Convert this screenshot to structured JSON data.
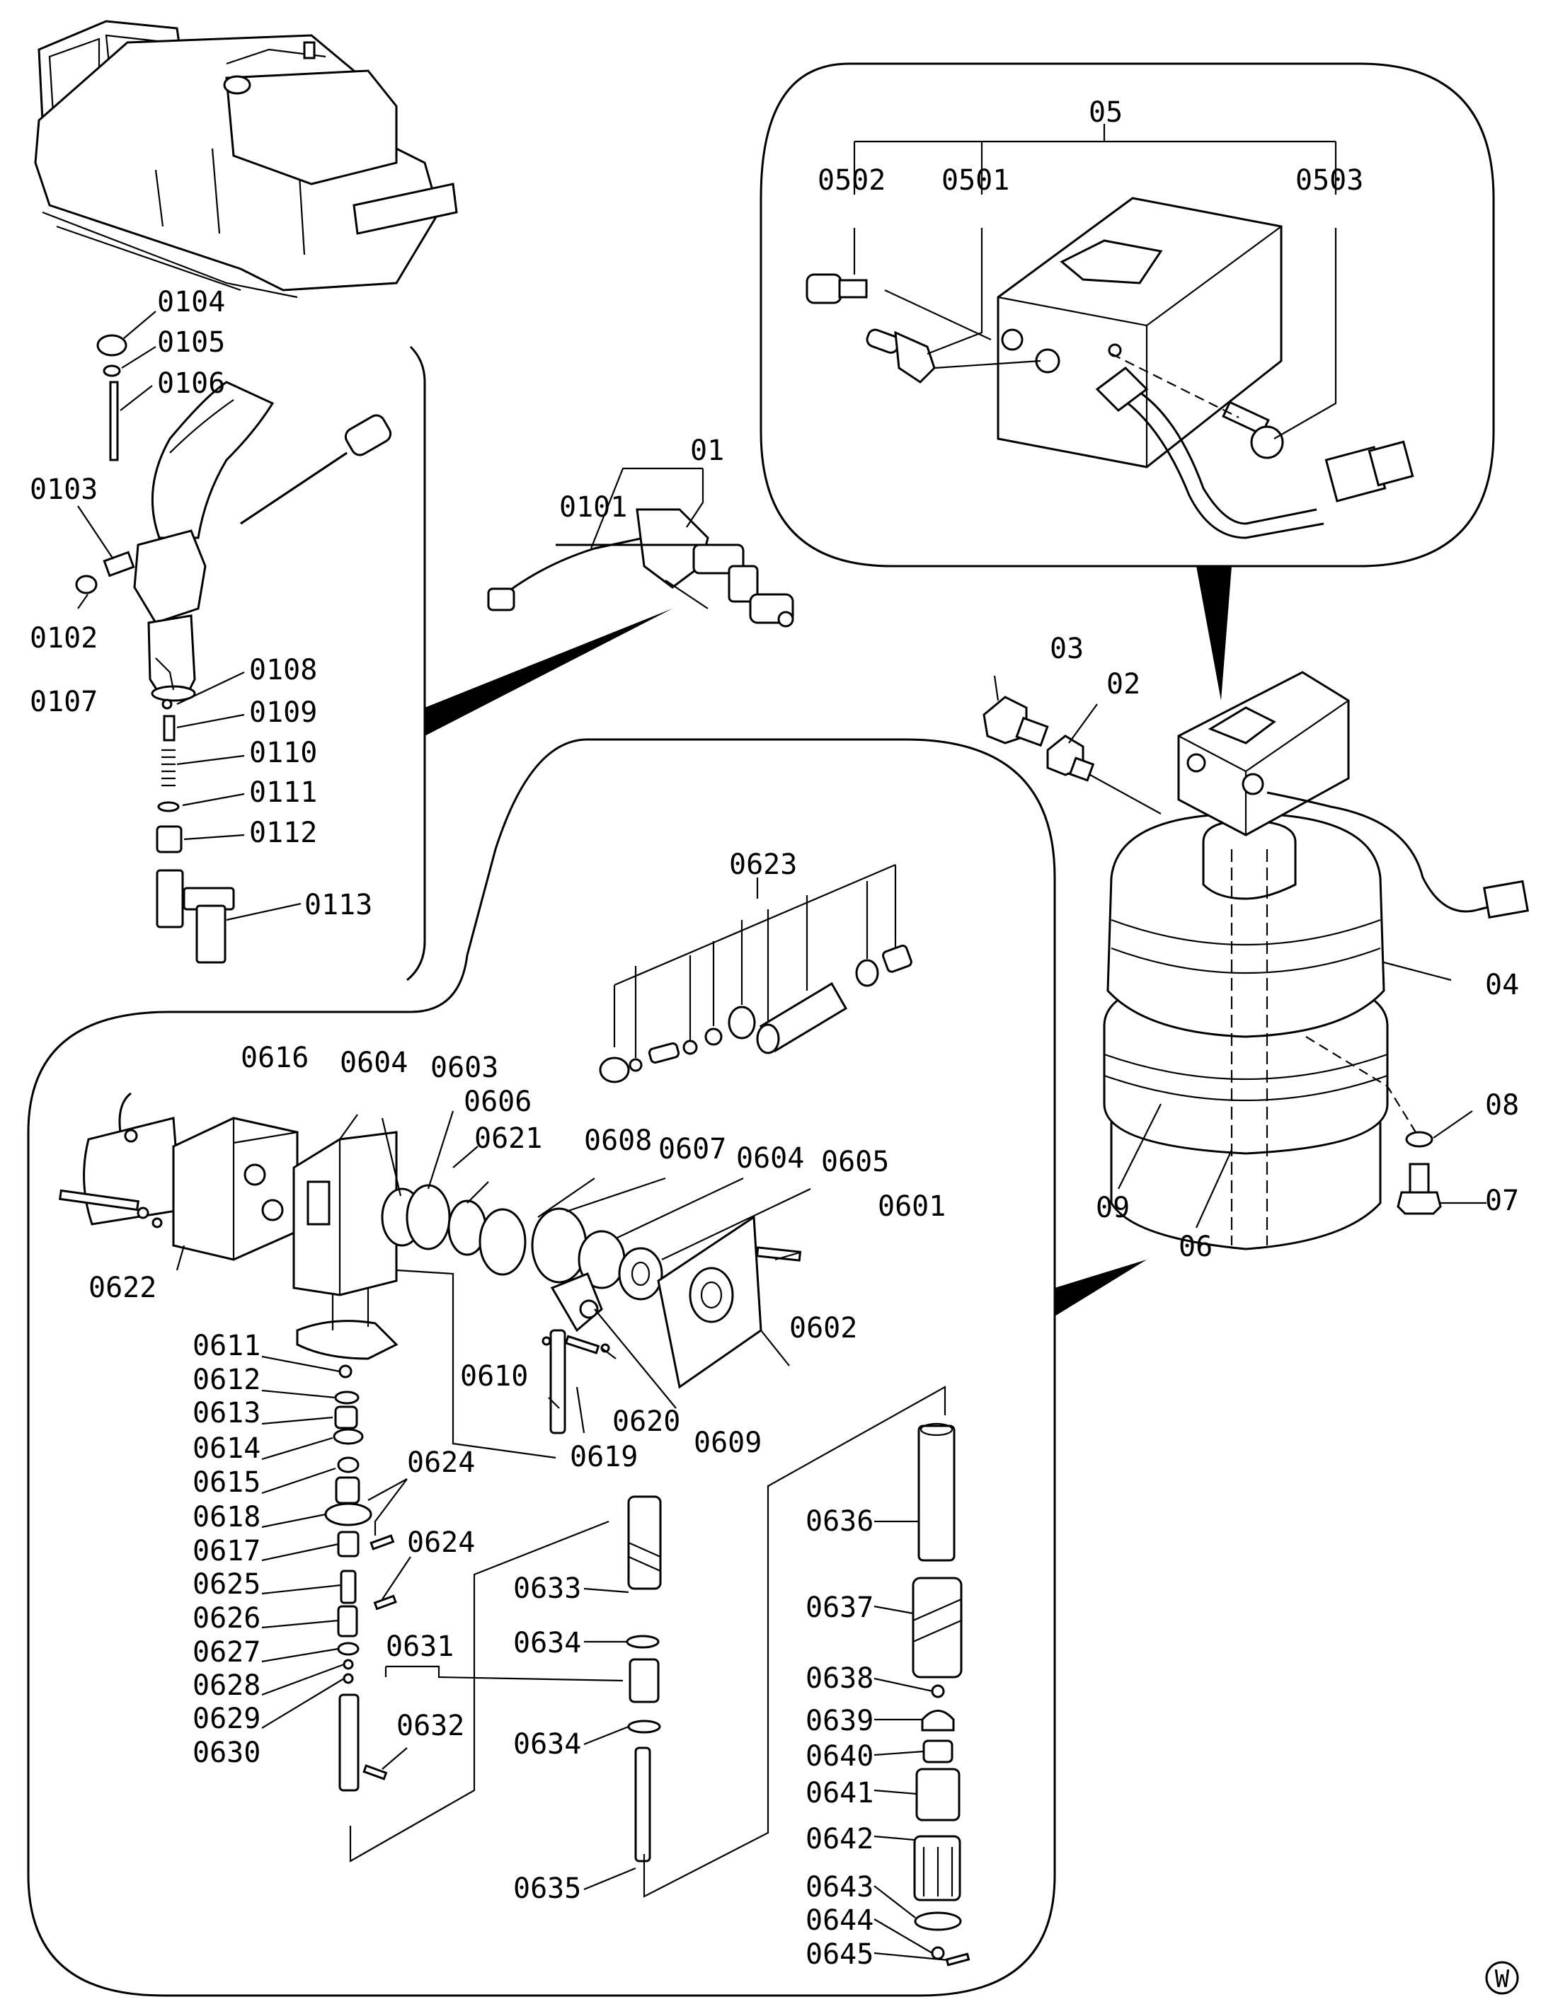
{
  "labels": {
    "l0104": "0104",
    "l0105": "0105",
    "l0106": "0106",
    "l0103": "0103",
    "l0102": "0102",
    "l0107": "0107",
    "l0108": "0108",
    "l0109": "0109",
    "l0110": "0110",
    "l0111": "0111",
    "l0112": "0112",
    "l0113": "0113",
    "l01": "01",
    "l0101": "0101",
    "l05": "05",
    "l0502": "0502",
    "l0501": "0501",
    "l0503": "0503",
    "l03": "03",
    "l02": "02",
    "l04": "04",
    "l08": "08",
    "l07": "07",
    "l09": "09",
    "l06": "06",
    "l0623": "0623",
    "l0616": "0616",
    "l0604a": "0604",
    "l0603": "0603",
    "l0606": "0606",
    "l0621": "0621",
    "l0608": "0608",
    "l0607": "0607",
    "l0604b": "0604",
    "l0605": "0605",
    "l0601": "0601",
    "l0622": "0622",
    "l0602": "0602",
    "l0611": "0611",
    "l0612": "0612",
    "l0613": "0613",
    "l0614": "0614",
    "l0615": "0615",
    "l0618": "0618",
    "l0617": "0617",
    "l0625": "0625",
    "l0626": "0626",
    "l0627": "0627",
    "l0628": "0628",
    "l0629": "0629",
    "l0630": "0630",
    "l0624a": "0624",
    "l0624b": "0624",
    "l0610": "0610",
    "l0619": "0619",
    "l0620": "0620",
    "l0609": "0609",
    "l0631": "0631",
    "l0632": "0632",
    "l0633": "0633",
    "l0634a": "0634",
    "l0634b": "0634",
    "l0635": "0635",
    "l0636": "0636",
    "l0637": "0637",
    "l0638": "0638",
    "l0639": "0639",
    "l0640": "0640",
    "l0641": "0641",
    "l0642": "0642",
    "l0643": "0643",
    "l0644": "0644",
    "l0645": "0645",
    "mark": "W"
  }
}
